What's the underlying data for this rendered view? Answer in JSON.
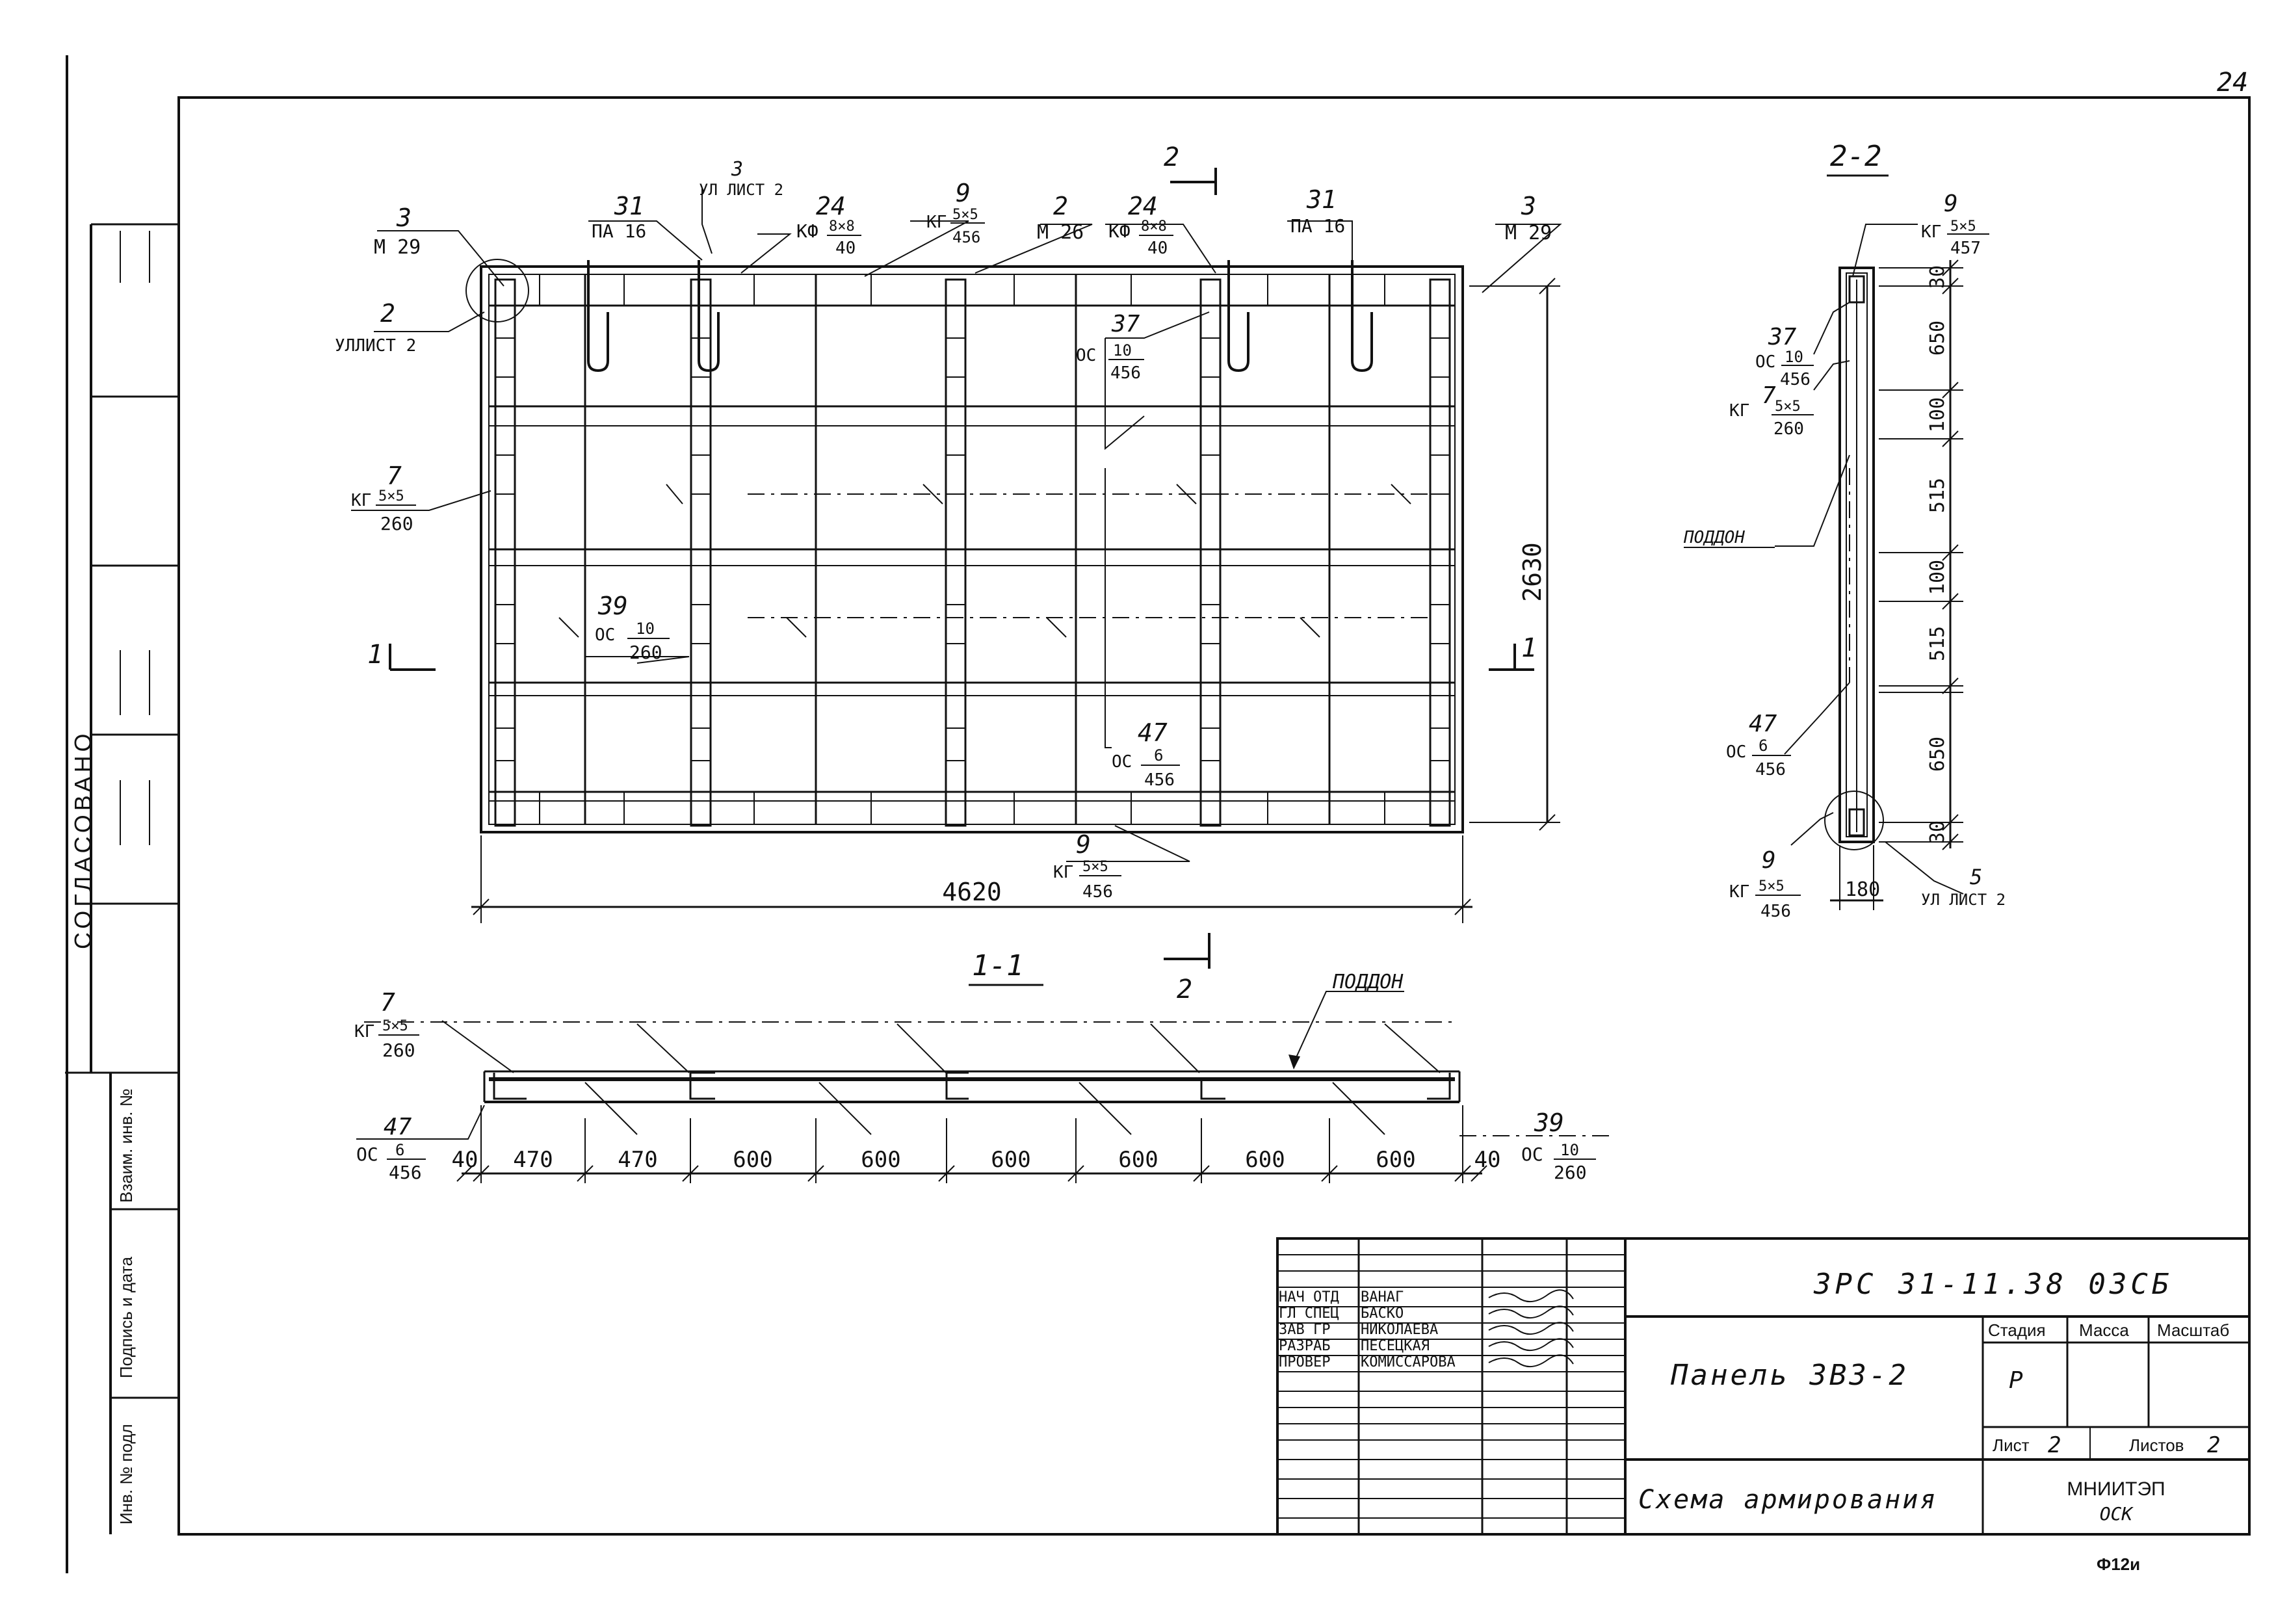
{
  "sheet_number": "24",
  "side_stamp": {
    "agreed": "СОГЛАСОВАНО",
    "inv_replace": "Взаим. инв. №",
    "signature_date": "Подпись и дата",
    "inv_original": "Инв. № подл"
  },
  "section_marks": {
    "section_1": "1",
    "section_2": "2",
    "section_1_title": "1-1",
    "section_2_title": "2-2"
  },
  "plan_callouts": {
    "c1": {
      "num": "3",
      "grade": "М 29"
    },
    "c2": {
      "num": "2",
      "grade": "УЛЛИСТ 2"
    },
    "c3": {
      "num": "31",
      "grade": "ПА 16"
    },
    "c4": {
      "num": "3",
      "grade": "УЛ ЛИСТ 2"
    },
    "c5": {
      "num": "24",
      "grade": "КФ",
      "frac_top": "8×8",
      "frac_bottom": "40"
    },
    "c6": {
      "num": "9",
      "grade": "КГ",
      "frac_top": "5×5",
      "frac_bottom": "456"
    },
    "c7": {
      "num": "2",
      "grade": "М 26"
    },
    "c8": {
      "num": "24",
      "grade": "КФ",
      "frac_top": "8×8",
      "frac_bottom": "40"
    },
    "c9": {
      "num": "31",
      "grade": "ПА 16"
    },
    "c10": {
      "num": "3",
      "grade": "М 29"
    },
    "c11": {
      "num": "37",
      "grade": "ОС",
      "frac_top": "10",
      "frac_bottom": "456"
    },
    "c12": {
      "num": "7",
      "grade": "КГ",
      "frac_top": "5×5",
      "frac_bottom": "260"
    },
    "c13": {
      "num": "39",
      "grade": "ОС",
      "frac_top": "10",
      "frac_bottom": "260"
    },
    "c14": {
      "num": "47",
      "grade": "ОС",
      "frac_top": "6",
      "frac_bottom": "456"
    },
    "c15": {
      "num": "9",
      "grade": "КГ",
      "frac_top": "5×5",
      "frac_bottom": "456"
    }
  },
  "plan_dims": {
    "height": "2630",
    "width": "4620"
  },
  "section_22": {
    "c1": {
      "num": "9",
      "grade": "КГ",
      "frac_top": "5×5",
      "frac_bottom": "457"
    },
    "c2": {
      "num": "37",
      "grade": "ОС",
      "frac_top": "10",
      "frac_bottom": "456"
    },
    "c3": {
      "num": "7",
      "grade": "КГ",
      "frac_top": "5×5",
      "frac_bottom": "260"
    },
    "pallet": "ПОДДОН",
    "c4": {
      "num": "47",
      "grade": "ОС",
      "frac_top": "6",
      "frac_bottom": "456"
    },
    "c5": {
      "num": "9",
      "grade": "КГ",
      "frac_top": "5×5",
      "frac_bottom": "456"
    },
    "c6": {
      "num": "5",
      "grade": "УЛ ЛИСТ 2"
    },
    "dims": [
      "30",
      "650",
      "100",
      "515",
      "100",
      "515",
      "100",
      "650",
      "30"
    ],
    "width": "180"
  },
  "section_11": {
    "c1": {
      "num": "7",
      "grade": "КГ",
      "frac_top": "5×5",
      "frac_bottom": "260"
    },
    "c2": {
      "num": "47",
      "grade": "ОС",
      "frac_top": "6",
      "frac_bottom": "456"
    },
    "c3": {
      "num": "39",
      "grade": "ОС",
      "frac_top": "10",
      "frac_bottom": "260"
    },
    "pallet": "ПОДДОН",
    "dims": [
      "40",
      "470",
      "470",
      "600",
      "600",
      "600",
      "600",
      "600",
      "600",
      "40"
    ]
  },
  "title_block": {
    "code": "3РС 31-11.38 03СБ",
    "product": "Панель 3В3-2",
    "drawing_title": "Схема армирования",
    "stage_label": "Стадия",
    "mass_label": "Масса",
    "scale_label": "Масштаб",
    "stage_value": "Р",
    "sheet_label": "Лист",
    "sheet_value": "2",
    "sheets_label": "Листов",
    "sheets_value": "2",
    "org_line1": "МНИИТЭП",
    "org_line2": "ОСК",
    "roles": [
      {
        "role": "НАЧ ОТД",
        "name": "ВАНАГ"
      },
      {
        "role": "ГЛ СПЕЦ",
        "name": "БАСКО"
      },
      {
        "role": "ЗАВ ГР",
        "name": "НИКОЛАЕВА"
      },
      {
        "role": "РАЗРАБ",
        "name": "ПЕСЕЦКАЯ"
      },
      {
        "role": "ПРОВЕР",
        "name": "КОМИССАРОВА"
      }
    ]
  },
  "form_code": "Ф12и"
}
